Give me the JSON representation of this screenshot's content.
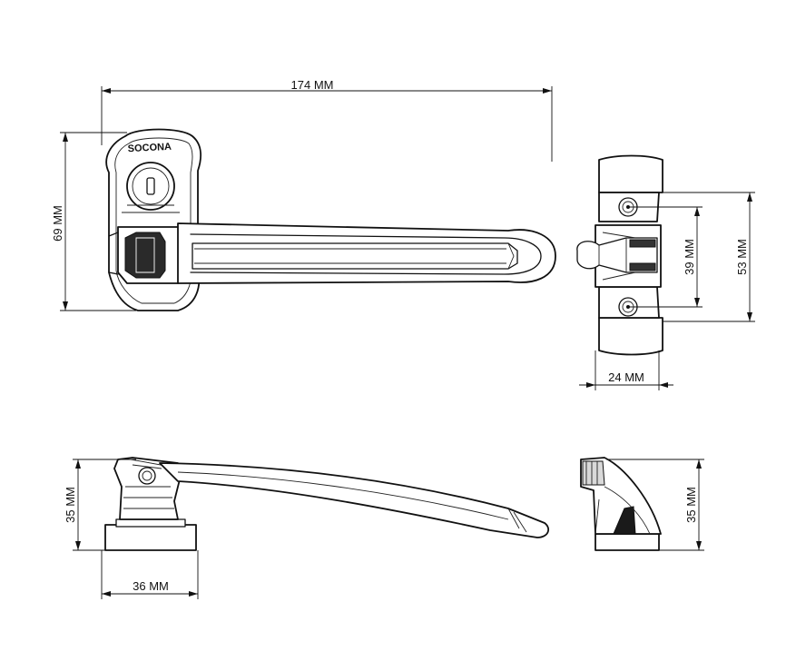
{
  "brand": "SOCONA",
  "dimensions": {
    "overall_length": "174 MM",
    "front_height": "69 MM",
    "hole_spacing": "39 MM",
    "keeper_height": "53 MM",
    "keeper_width": "24 MM",
    "side_height": "35 MM",
    "base_width": "36 MM",
    "end_height": "35 MM"
  }
}
